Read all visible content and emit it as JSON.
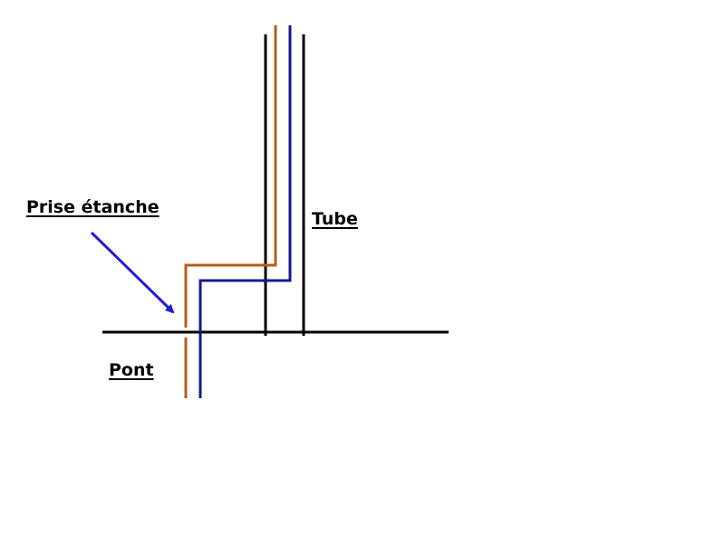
{
  "labels": {
    "prise": "Prise étanche",
    "tube": "Tube",
    "pont": "Pont"
  },
  "colors": {
    "background": "#ffffff",
    "structure": "#000000",
    "wire_brown": "#b85c1a",
    "wire_blue": "#141a8c",
    "arrow": "#1e1ed2"
  }
}
